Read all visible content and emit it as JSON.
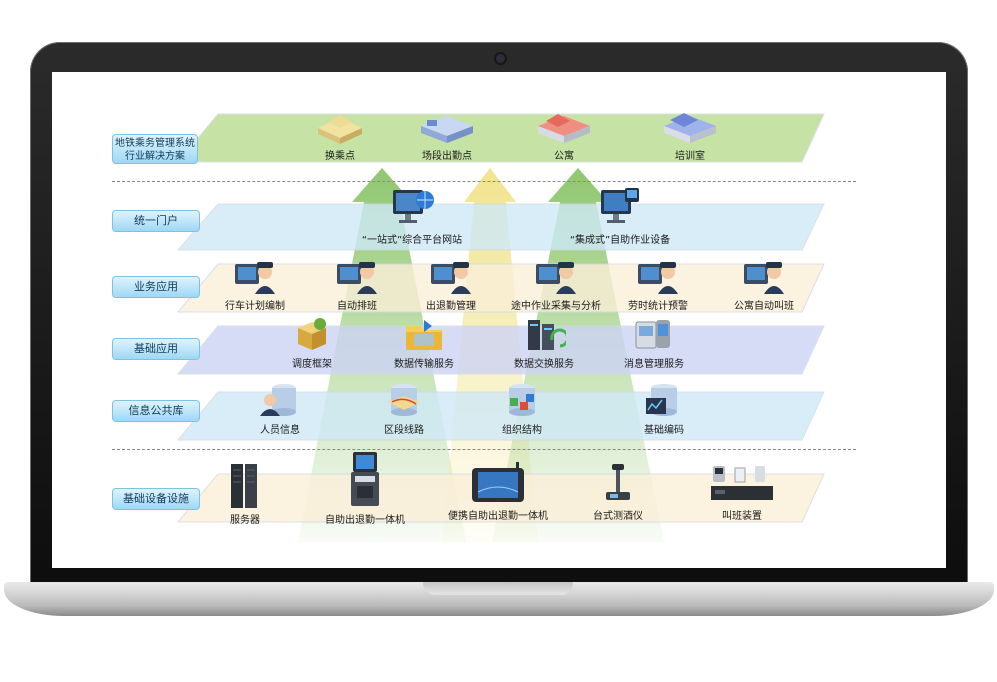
{
  "diagram": {
    "rows": [
      {
        "key": "top",
        "label": "地铁乘务管理系统\n行业解决方案",
        "label_lines": [
          "地铁乘务管理系统",
          "行业解决方案"
        ],
        "items": [
          {
            "name": "换乘点",
            "icon": "building-icon-yellow"
          },
          {
            "name": "场段出勤点",
            "icon": "building-icon-blue"
          },
          {
            "name": "公寓",
            "icon": "building-icon-red"
          },
          {
            "name": "培训室",
            "icon": "building-icon-purple"
          }
        ]
      },
      {
        "key": "portal",
        "label": "统一门户",
        "items": [
          {
            "name": "“一站式”综合平台网站",
            "icon": "monitor-globe-icon"
          },
          {
            "name": "“集成式”自助作业设备",
            "icon": "monitor-device-icon"
          }
        ]
      },
      {
        "key": "business",
        "label": "业务应用",
        "items": [
          {
            "name": "行车计划编制",
            "icon": "officer-computer-icon"
          },
          {
            "name": "自动排班",
            "icon": "officer-computer-icon"
          },
          {
            "name": "出退勤管理",
            "icon": "officer-computer-icon"
          },
          {
            "name": "途中作业采集与分析",
            "icon": "officer-computer-icon"
          },
          {
            "name": "劳时统计预警",
            "icon": "officer-computer-icon"
          },
          {
            "name": "公寓自动叫班",
            "icon": "officer-computer-icon"
          }
        ]
      },
      {
        "key": "base_app",
        "label": "基础应用",
        "items": [
          {
            "name": "调度框架",
            "icon": "package-icon"
          },
          {
            "name": "数据传输服务",
            "icon": "folder-transfer-icon"
          },
          {
            "name": "数据交换服务",
            "icon": "server-exchange-icon"
          },
          {
            "name": "消息管理服务",
            "icon": "phone-message-icon"
          }
        ]
      },
      {
        "key": "library",
        "label": "信息公共库",
        "items": [
          {
            "name": "人员信息",
            "icon": "database-person-icon"
          },
          {
            "name": "区段线路",
            "icon": "database-route-icon"
          },
          {
            "name": "组织结构",
            "icon": "database-org-icon"
          },
          {
            "name": "基础编码",
            "icon": "database-code-icon"
          }
        ]
      },
      {
        "key": "devices",
        "label": "基础设备设施",
        "items": [
          {
            "name": "服务器",
            "icon": "server-rack-icon"
          },
          {
            "name": "自助出退勤一体机",
            "icon": "kiosk-icon"
          },
          {
            "name": "便携自助出退勤一体机",
            "icon": "portable-terminal-icon"
          },
          {
            "name": "台式测酒仪",
            "icon": "breathalyzer-icon"
          },
          {
            "name": "叫班装置",
            "icon": "call-device-icon"
          }
        ]
      }
    ]
  },
  "colors": {
    "top_band": "#b9dc8f",
    "portal_band": "#cfe9f7",
    "business_band": "#fbefd8",
    "base_app_band": "#cdd4f5",
    "library_band": "#cfe9f7",
    "devices_band": "#fbefd8",
    "arrow_green": "#8cc46a",
    "arrow_yellow": "#efe08a",
    "label_bg": "#a8dcf5"
  }
}
